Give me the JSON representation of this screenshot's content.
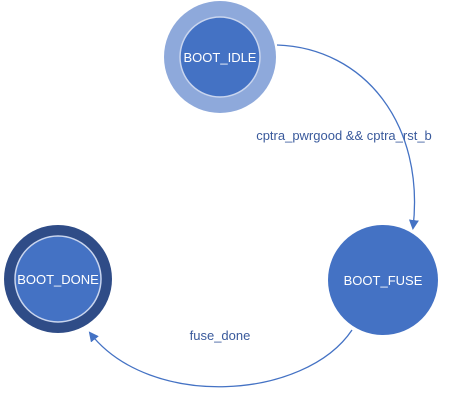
{
  "diagram": {
    "colors": {
      "state_fill": "#4472C4",
      "idle_outer_ring": "#8EA9DB",
      "done_outer_ring": "#2F4C87",
      "inner_ring_stroke": "#C9D5EE",
      "edge": "#4472C4",
      "edge_label": "#3A5A9C",
      "state_text": "#FFFFFF"
    },
    "states": [
      {
        "id": "boot_idle",
        "label": "BOOT_IDLE"
      },
      {
        "id": "boot_fuse",
        "label": "BOOT_FUSE"
      },
      {
        "id": "boot_done",
        "label": "BOOT_DONE"
      }
    ],
    "transitions": [
      {
        "from": "BOOT_IDLE",
        "to": "BOOT_FUSE",
        "label": "cptra_pwrgood && cptra_rst_b"
      },
      {
        "from": "BOOT_FUSE",
        "to": "BOOT_DONE",
        "label": "fuse_done"
      }
    ]
  }
}
